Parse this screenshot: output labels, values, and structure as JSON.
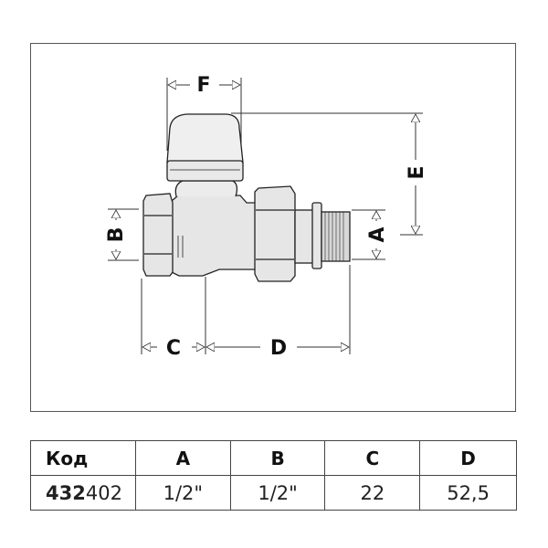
{
  "drawing": {
    "labels": {
      "A": "A",
      "B": "B",
      "C": "C",
      "D": "D",
      "E": "E",
      "F": "F"
    }
  },
  "table": {
    "headers": [
      "Код",
      "A",
      "B",
      "C",
      "D"
    ],
    "row": {
      "code_bold": "432",
      "code_rest": "402",
      "A": "1/2\"",
      "B": "1/2\"",
      "C": "22",
      "D": "52,5"
    }
  }
}
